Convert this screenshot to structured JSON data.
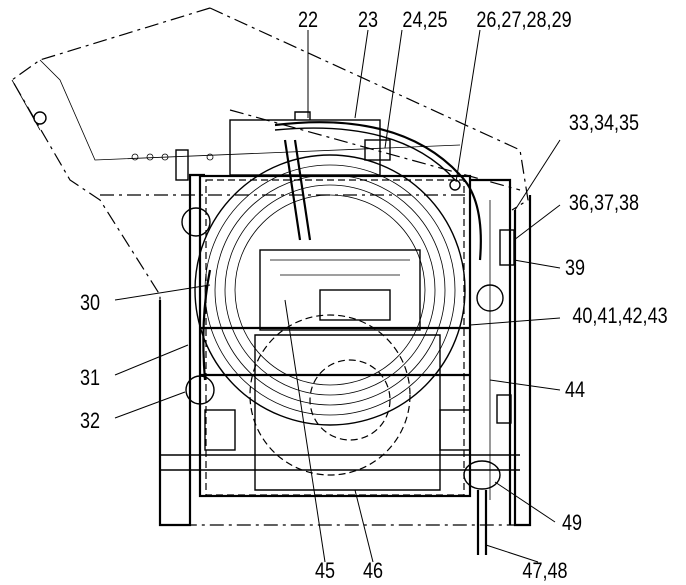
{
  "callouts": {
    "c22": "22",
    "c23": "23",
    "c24": "24,25",
    "c26": "26,27,28,29",
    "c33": "33,34,35",
    "c36": "36,37,38",
    "c39": "39",
    "c30": "30",
    "c40": "40,41,42,43",
    "c31": "31",
    "c44": "44",
    "c32": "32",
    "c49": "49",
    "c45": "45",
    "c46": "46",
    "c47": "47,48"
  }
}
